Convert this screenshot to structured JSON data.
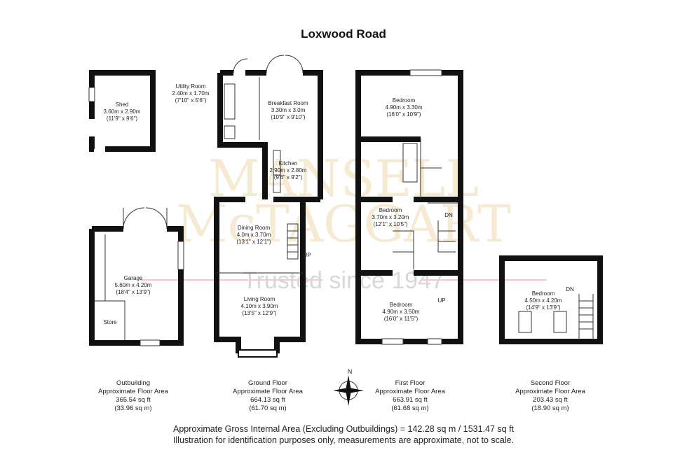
{
  "title": "Loxwood Road",
  "watermark": {
    "line1": "MANSELL",
    "line2": "McTAGGART",
    "line3": "Trusted since 1947"
  },
  "rooms": {
    "shed": {
      "name": "Shed",
      "metric": "3.60m x 2.90m",
      "imperial": "(11'9\" x 9'6\")"
    },
    "garage": {
      "name": "Garage",
      "metric": "5.60m x 4.20m",
      "imperial": "(18'4\" x 13'9\")"
    },
    "store": {
      "name": "Store"
    },
    "utility": {
      "name": "Utility Room",
      "metric": "2.40m x 1.70m",
      "imperial": "(7'10\" x 5'6\")"
    },
    "breakfast": {
      "name": "Breakfast Room",
      "metric": "3.30m x 3.0m",
      "imperial": "(10'9\" x 9'10\")"
    },
    "kitchen": {
      "name": "Kitchen",
      "metric": "2.90m x 2.80m",
      "imperial": "(9'6\" x 9'2\")"
    },
    "dining": {
      "name": "Dining Room",
      "metric": "4.0m x 3.70m",
      "imperial": "(13'1\" x 12'1\")"
    },
    "living": {
      "name": "Living Room",
      "metric": "4.10m x 3.90m",
      "imperial": "(13'5\" x 12'9\")"
    },
    "bed1": {
      "name": "Bedroom",
      "metric": "4.90m x 3.30m",
      "imperial": "(16'0\" x 10'9\")"
    },
    "bed2": {
      "name": "Bedroom",
      "metric": "3.70m x 3.20m",
      "imperial": "(12'1\" x 10'5\")"
    },
    "bed3": {
      "name": "Bedroom",
      "metric": "4.90m x 3.50m",
      "imperial": "(16'0\" x 11'5\")"
    },
    "bed4": {
      "name": "Bedroom",
      "metric": "4.50m x 4.20m",
      "imperial": "(14'9\" x 13'9\")"
    }
  },
  "stairs": {
    "up": "UP",
    "dn": "DN"
  },
  "compass": "N",
  "floors": [
    {
      "name": "Outbuilding",
      "label": "Approximate Floor Area",
      "sqft": "365.54 sq ft",
      "sqm": "(33.96 sq m)"
    },
    {
      "name": "Ground Floor",
      "label": "Approximate Floor Area",
      "sqft": "664.13 sq ft",
      "sqm": "(61.70 sq m)"
    },
    {
      "name": "First Floor",
      "label": "Approximate Floor Area",
      "sqft": "663.91 sq ft",
      "sqm": "(61.68 sq m)"
    },
    {
      "name": "Second Floor",
      "label": "Approximate Floor Area",
      "sqft": "203.43 sq ft",
      "sqm": "(18.90 sq m)"
    }
  ],
  "footer": {
    "gross": "Approximate Gross Internal Area (Excluding Outbuildings) = 142.28 sq m / 1531.47 sq ft",
    "disclaimer": "Illustration for identification purposes only, measurements are approximate, not to scale."
  }
}
